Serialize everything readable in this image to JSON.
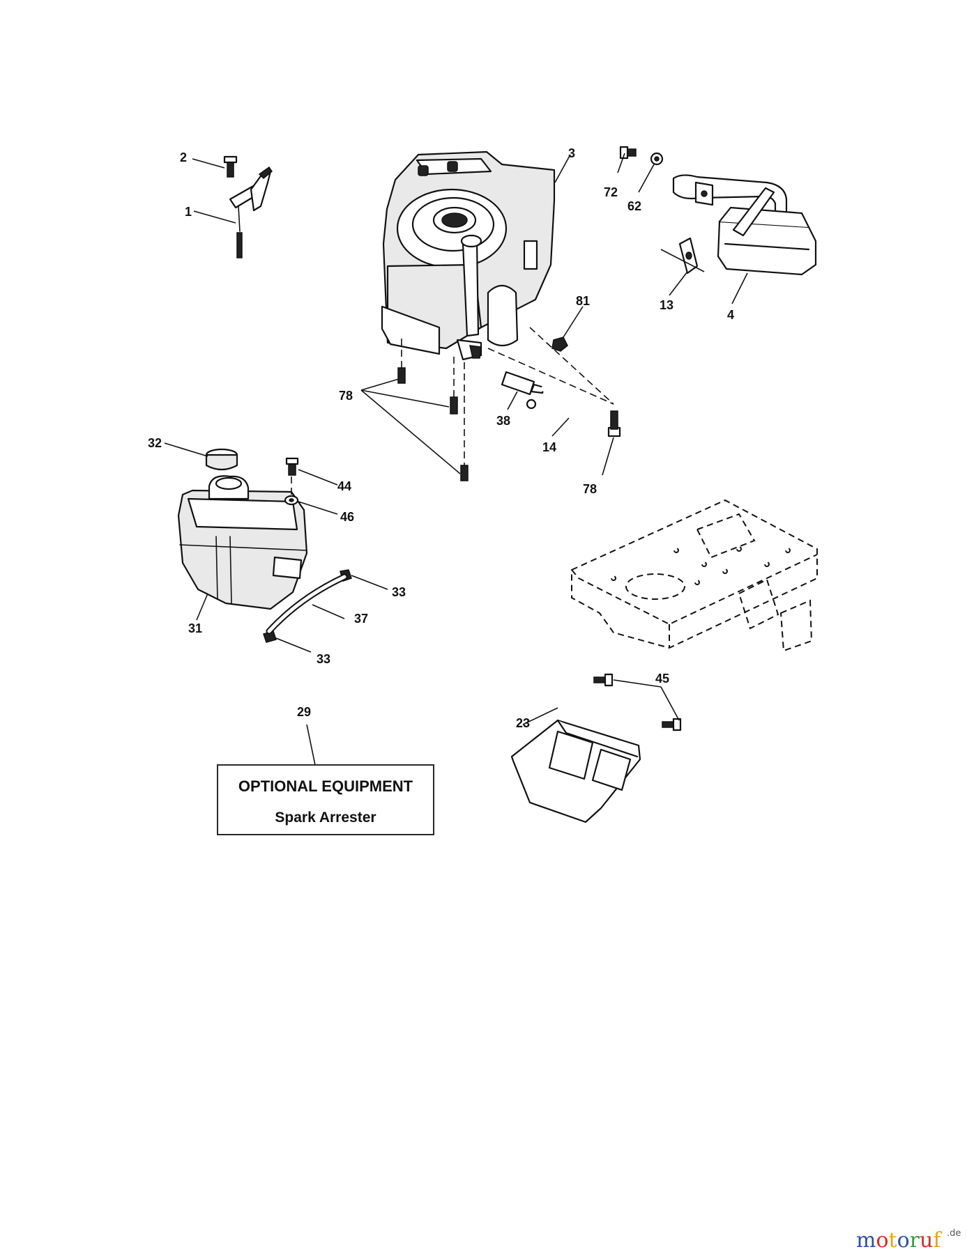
{
  "callouts": {
    "c1": "1",
    "c2": "2",
    "c3": "3",
    "c4": "4",
    "c13": "13",
    "c14": "14",
    "c23": "23",
    "c29": "29",
    "c31": "31",
    "c32": "32",
    "c33a": "33",
    "c33b": "33",
    "c37": "37",
    "c38": "38",
    "c44": "44",
    "c45": "45",
    "c46": "46",
    "c62": "62",
    "c72": "72",
    "c78a": "78",
    "c78b": "78",
    "c81": "81"
  },
  "note": {
    "title": "OPTIONAL EQUIPMENT",
    "subtitle": "Spark Arrester"
  },
  "watermark": {
    "letters": [
      "m",
      "o",
      "t",
      "o",
      "r",
      "u",
      "f"
    ],
    "letter_colors": [
      "#2e4fa3",
      "#c8302c",
      "#e3a51b",
      "#2e4fa3",
      "#3b9a3e",
      "#c8302c",
      "#e3a51b"
    ],
    "suffix": ".de"
  }
}
